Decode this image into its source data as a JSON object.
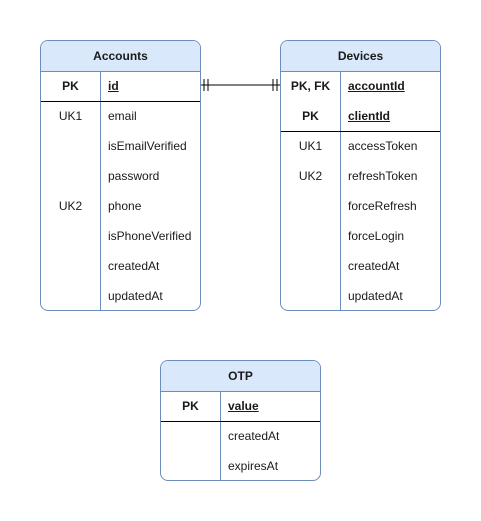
{
  "entities": {
    "accounts": {
      "title": "Accounts",
      "pk_rows": [
        {
          "key": "PK",
          "field": "id"
        }
      ],
      "rows": [
        {
          "key": "UK1",
          "field": "email"
        },
        {
          "key": "",
          "field": "isEmailVerified"
        },
        {
          "key": "",
          "field": "password"
        },
        {
          "key": "UK2",
          "field": "phone"
        },
        {
          "key": "",
          "field": "isPhoneVerified"
        },
        {
          "key": "",
          "field": "createdAt"
        },
        {
          "key": "",
          "field": "updatedAt"
        }
      ]
    },
    "devices": {
      "title": "Devices",
      "pk_rows": [
        {
          "key": "PK, FK",
          "field": "accountId"
        },
        {
          "key": "PK",
          "field": "clientId"
        }
      ],
      "rows": [
        {
          "key": "UK1",
          "field": "accessToken"
        },
        {
          "key": "UK2",
          "field": "refreshToken"
        },
        {
          "key": "",
          "field": "forceRefresh"
        },
        {
          "key": "",
          "field": "forceLogin"
        },
        {
          "key": "",
          "field": "createdAt"
        },
        {
          "key": "",
          "field": "updatedAt"
        }
      ]
    },
    "otp": {
      "title": "OTP",
      "pk_rows": [
        {
          "key": "PK",
          "field": "value"
        }
      ],
      "rows": [
        {
          "key": "",
          "field": "createdAt"
        },
        {
          "key": "",
          "field": "expiresAt"
        }
      ]
    }
  },
  "relationships": [
    {
      "from": "accounts.id",
      "to": "devices.accountId",
      "cardinality_from": "one-and-only-one",
      "cardinality_to": "one-and-only-one"
    }
  ],
  "colors": {
    "header_fill": "#dae8fc",
    "border": "#6c8ebf",
    "separator": "#000000"
  }
}
